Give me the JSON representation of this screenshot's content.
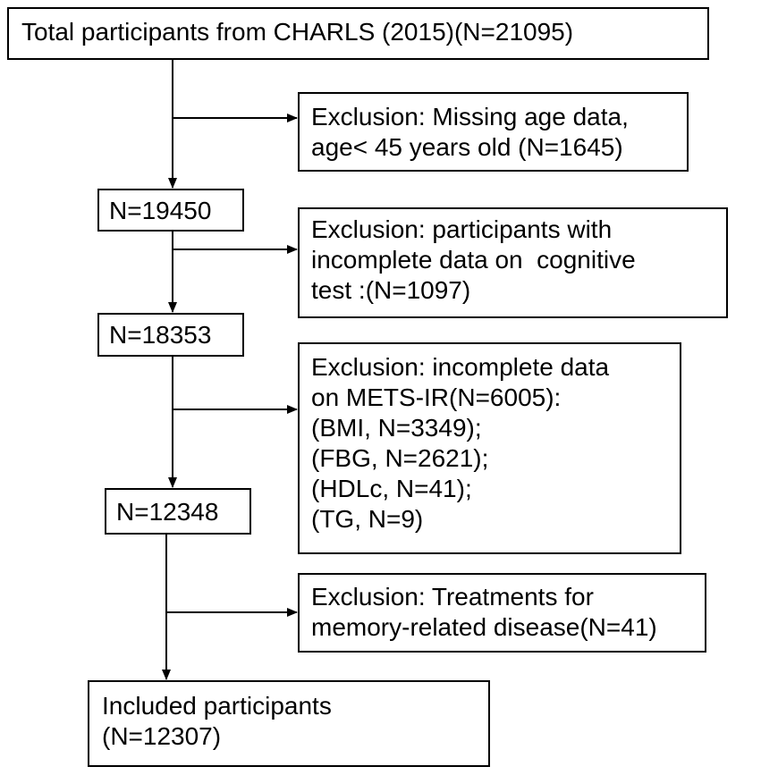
{
  "colors": {
    "line": "#000000",
    "box_border": "#000000",
    "background": "#ffffff",
    "text": "#000000"
  },
  "boxes": {
    "total": {
      "lines": [
        "Total participants from CHARLS (2015)(N=21095)"
      ]
    },
    "excl_age": {
      "lines": [
        "Exclusion: Missing age data,",
        "age< 45 years old (N=1645)"
      ]
    },
    "n19450": {
      "lines": [
        "N=19450"
      ]
    },
    "excl_cognitive": {
      "lines": [
        "Exclusion: participants with",
        "incomplete data on  cognitive",
        "test :(N=1097)"
      ]
    },
    "n18353": {
      "lines": [
        "N=18353"
      ]
    },
    "excl_mets": {
      "lines": [
        "Exclusion: incomplete data",
        "on METS-IR(N=6005):",
        "(BMI, N=3349);",
        "(FBG, N=2621);",
        "(HDLc, N=41);",
        "(TG, N=9)"
      ]
    },
    "n12348": {
      "lines": [
        "N=12348"
      ]
    },
    "excl_treatment": {
      "lines": [
        "Exclusion: Treatments for",
        "memory-related disease(N=41)"
      ]
    },
    "included": {
      "lines": [
        "Included participants",
        "(N=12307)"
      ]
    }
  }
}
